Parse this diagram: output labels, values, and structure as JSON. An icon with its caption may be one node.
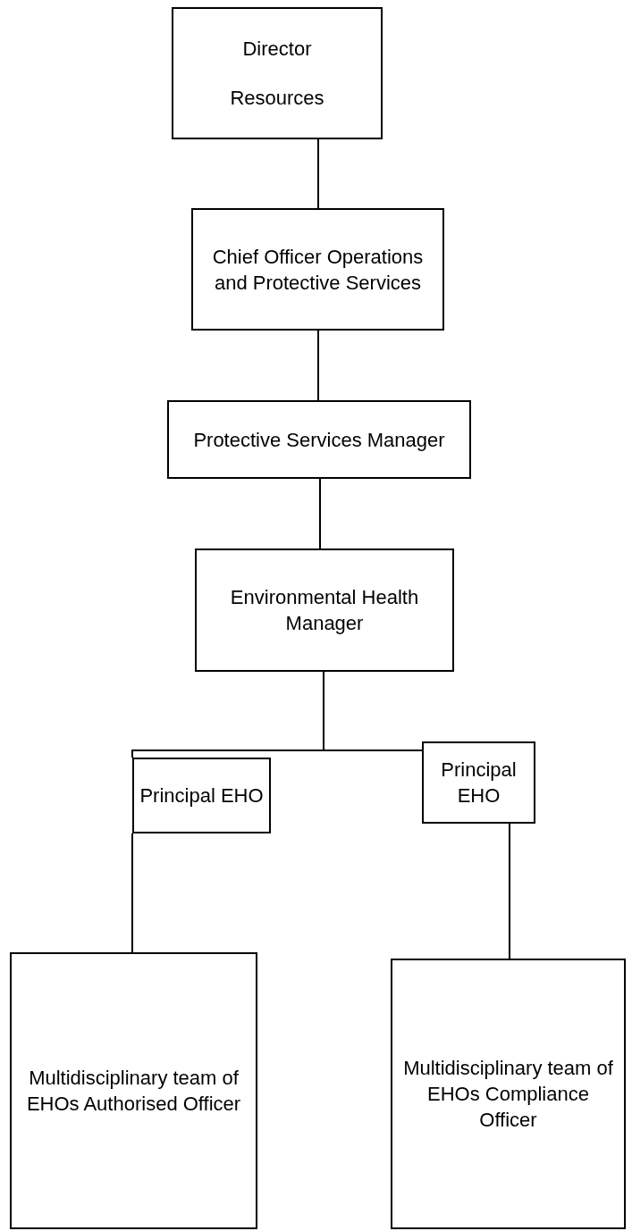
{
  "diagram": {
    "nodes": [
      {
        "text": [
          "Director",
          "Resources"
        ]
      },
      {
        "text": [
          "Chief Officer Operations and Protective Services"
        ]
      },
      {
        "text": [
          "Protective Services Manager"
        ]
      },
      {
        "text": [
          "Environmental Health Manager"
        ]
      },
      {
        "text": [
          "Principal EHO"
        ]
      },
      {
        "text": [
          "Principal EHO"
        ]
      },
      {
        "text": [
          "Multidisciplinary team of EHOs Authorised Officer"
        ]
      },
      {
        "text": [
          "Multidisciplinary team of EHOs Compliance Officer"
        ]
      }
    ],
    "edges": [
      {
        "from": 0,
        "to": 1,
        "arrow": "none"
      },
      {
        "from": 1,
        "to": 2,
        "arrow": "none"
      },
      {
        "from": 2,
        "to": 3,
        "arrow": "none"
      },
      {
        "from": 3,
        "to": 4,
        "arrow": "none"
      },
      {
        "from": 3,
        "to": 5,
        "arrow": "none"
      },
      {
        "from": 4,
        "to": 6,
        "arrow": "none"
      },
      {
        "from": 5,
        "to": 7,
        "arrow": "none"
      }
    ]
  }
}
